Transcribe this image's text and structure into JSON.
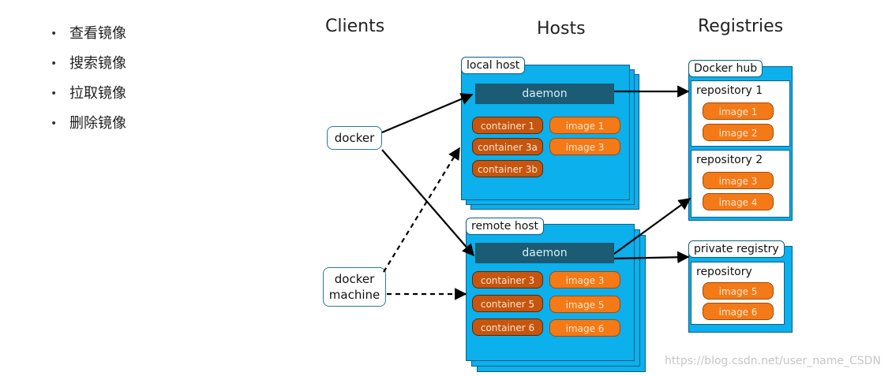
{
  "list": {
    "items": [
      "查看镜像",
      "搜索镜像",
      "拉取镜像",
      "删除镜像"
    ]
  },
  "diagram": {
    "headings": {
      "clients": "Clients",
      "hosts": "Hosts",
      "registries": "Registries"
    },
    "clients": {
      "docker": "docker",
      "docker_machine_line1": "docker",
      "docker_machine_line2": "machine"
    },
    "local_host": {
      "label": "local host",
      "daemon": "daemon",
      "containers": [
        "container 1",
        "container 3a",
        "container 3b"
      ],
      "images": [
        "image 1",
        "image 3"
      ]
    },
    "remote_host": {
      "label": "remote host",
      "daemon": "daemon",
      "containers": [
        "container 3",
        "container 5",
        "container 6"
      ],
      "images": [
        "image 3",
        "image 5",
        "image 6"
      ]
    },
    "docker_hub": {
      "label": "Docker hub",
      "repositories": [
        {
          "title": "repository 1",
          "images": [
            "image 1",
            "image 2"
          ]
        },
        {
          "title": "repository 2",
          "images": [
            "image 3",
            "image 4"
          ]
        }
      ]
    },
    "private_registry": {
      "label": "private registry",
      "repository": {
        "title": "repository",
        "images": [
          "image 5",
          "image 6"
        ]
      }
    },
    "colors": {
      "panel": "#0bb0ec",
      "daemon": "#1b5b74",
      "container": "#c5550f",
      "image": "#f37a17"
    }
  },
  "watermark": "https://blog.csdn.net/user_name_CSDN"
}
